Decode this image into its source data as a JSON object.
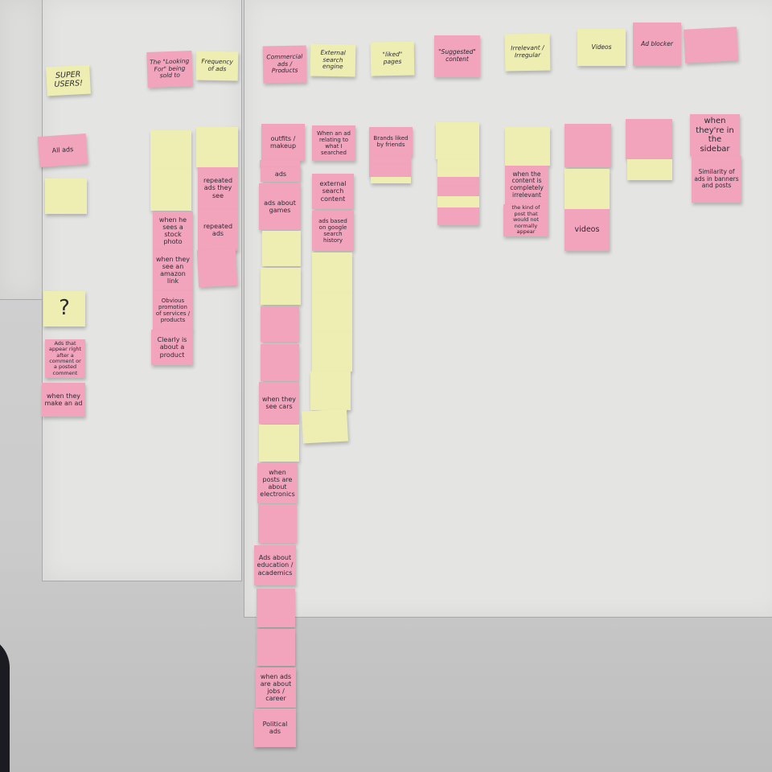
{
  "headers": [
    "SUPER USERS!",
    "The \"Looking For\" being sold to",
    "Frequency of ads",
    "Commercial ads / Products",
    "External search engine",
    "\"liked\" pages",
    "\"Suggested\" content",
    "Irrelevant / Irregular",
    "Videos",
    "Ad blocker"
  ],
  "notes": {
    "n1": "All ads",
    "n2": "?",
    "n3": "Ads that appear right after a comment or a posted comment",
    "n4": "when they make an ad",
    "n4b": "when he sees a stock photo",
    "n5": "when they see an amazon link",
    "n6": "Obvious promotion of services / products",
    "n7": "Clearly is about a product",
    "n8": "repeated ads they see",
    "n9": "repeated ads",
    "n10": "outfits / makeup",
    "n11": "ads",
    "n12": "ads about games",
    "n13": "when they see cars",
    "n14": "when posts are about electronics",
    "n15": "Ads about education / academics",
    "n16": "when ads are about jobs / career",
    "n17": "Political ads",
    "n18": "When an ad relating to what I searched",
    "n19": "external search content",
    "n20": "ads based on google search history",
    "n21": "Brands liked by friends",
    "n22": "when the content is completely irrelevant",
    "n23": "the kind of post that would not normally appear",
    "n24": "videos",
    "n25": "when they're in the sidebar",
    "n26": "Similarity of ads in banners and posts"
  }
}
